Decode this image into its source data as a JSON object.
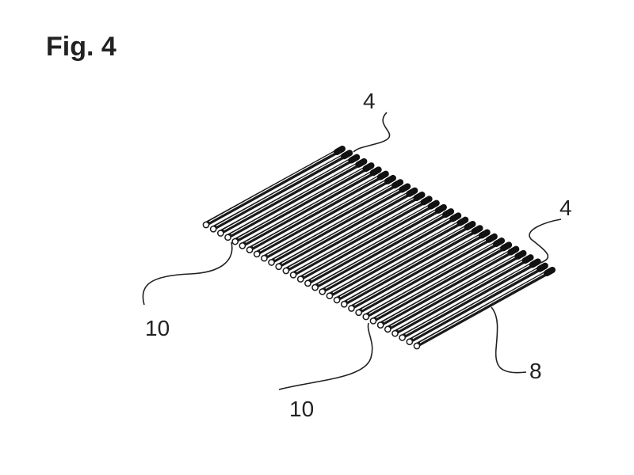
{
  "figure": {
    "title": "Fig. 4",
    "rod_count": 30,
    "labels": {
      "back_top": "4",
      "back_right": "4",
      "front_left": "10",
      "front_middle": "10",
      "bottom_right": "8"
    }
  }
}
